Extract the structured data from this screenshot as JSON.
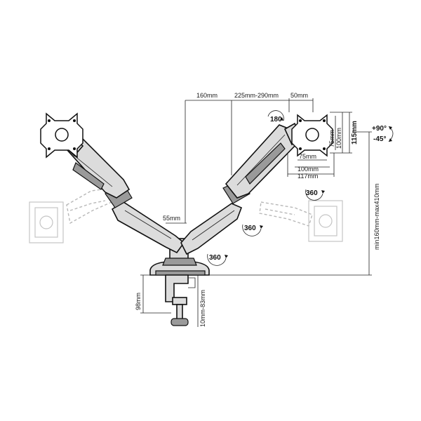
{
  "dimensions": {
    "top_offset": "160mm",
    "arm_reach": "225mm-290mm",
    "plate_offset": "50mm",
    "pole_gap": "55mm",
    "vesa_small_h": "75mm",
    "vesa_large_h": "100mm",
    "vesa_small_w": "75mm",
    "vesa_large_w": "100mm",
    "plate_width": "117mm",
    "plate_height": "115mm",
    "height_range": "min160mm-max410mm",
    "clamp_height": "98mm",
    "desk_thickness": "10mm-83mm"
  },
  "rotations": {
    "screen_rotation": "180",
    "joint_upper": "360",
    "joint_mid": "360",
    "joint_base": "360",
    "tilt_up": "+90°",
    "tilt_down": "-45°"
  }
}
